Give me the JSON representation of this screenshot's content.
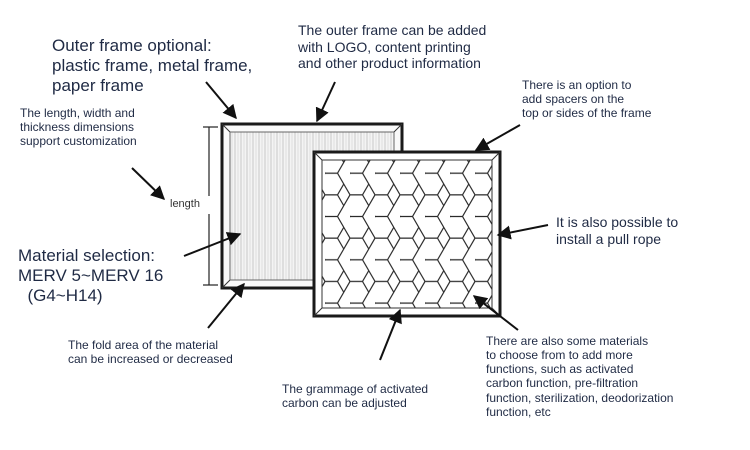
{
  "labels": {
    "outer_frame_optional": "Outer frame optional:\nplastic frame, metal frame,\npaper frame",
    "outer_frame_logo": "The outer frame can be added\nwith LOGO, content printing\nand other product information",
    "spacers": "There is an option to\nadd spacers on the\ntop or sides of the frame",
    "dimensions": "The length, width and\nthickness dimensions\nsupport customization",
    "length": "length",
    "material_selection": "Material selection:\nMERV 5~MERV 16\n  (G4~H14)",
    "pull_rope": "It is also possible to\ninstall a pull rope",
    "fold_area": "The fold area of the material\ncan be increased or decreased",
    "grammage": "The grammage of activated\ncarbon can be adjusted",
    "more_materials": "There are also some materials\nto choose from to add more\nfunctions, such as activated\ncarbon function, pre-filtration\nfunction, sterilization, deodorization\nfunction, etc"
  },
  "colors": {
    "text": "#1f2a44",
    "frame": "#1a1a1a",
    "pleat": "#c8c8c8"
  }
}
